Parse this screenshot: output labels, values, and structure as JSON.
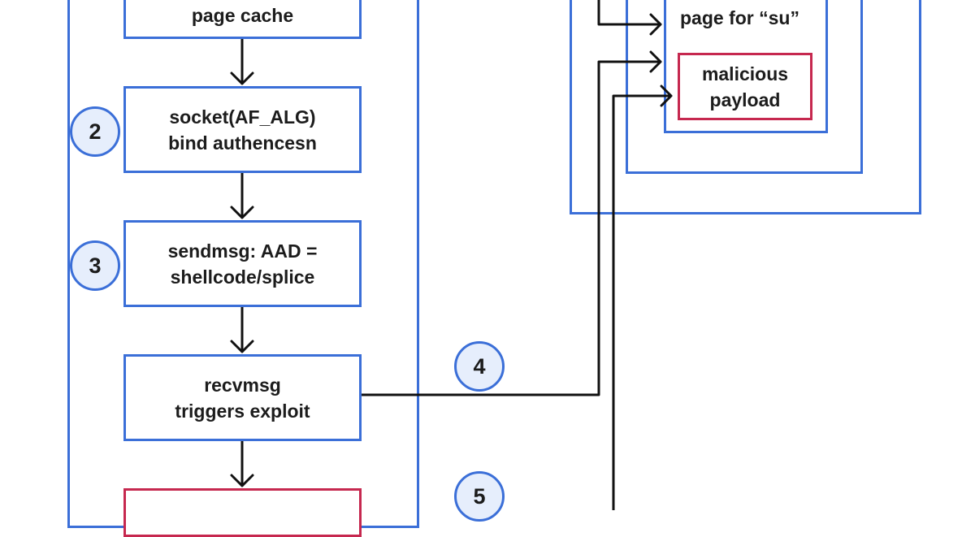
{
  "left_flow": {
    "steps": [
      {
        "lines": [
          "page cache"
        ]
      },
      {
        "badge": "2",
        "lines": [
          "socket(AF_ALG)",
          "bind authencesn"
        ]
      },
      {
        "badge": "3",
        "lines": [
          "sendmsg: AAD =",
          "shellcode/splice"
        ]
      },
      {
        "lines": [
          "recvmsg",
          "triggers exploit"
        ]
      }
    ]
  },
  "badges": {
    "step4": "4",
    "step5": "5"
  },
  "right_panel": {
    "page_label": "page for “su”",
    "payload_lines": [
      "malicious",
      "payload"
    ]
  },
  "colors": {
    "frame_blue": "#3b6fd8",
    "alert_red": "#c6284f",
    "badge_fill": "#e6eefc",
    "arrow": "#111111"
  }
}
